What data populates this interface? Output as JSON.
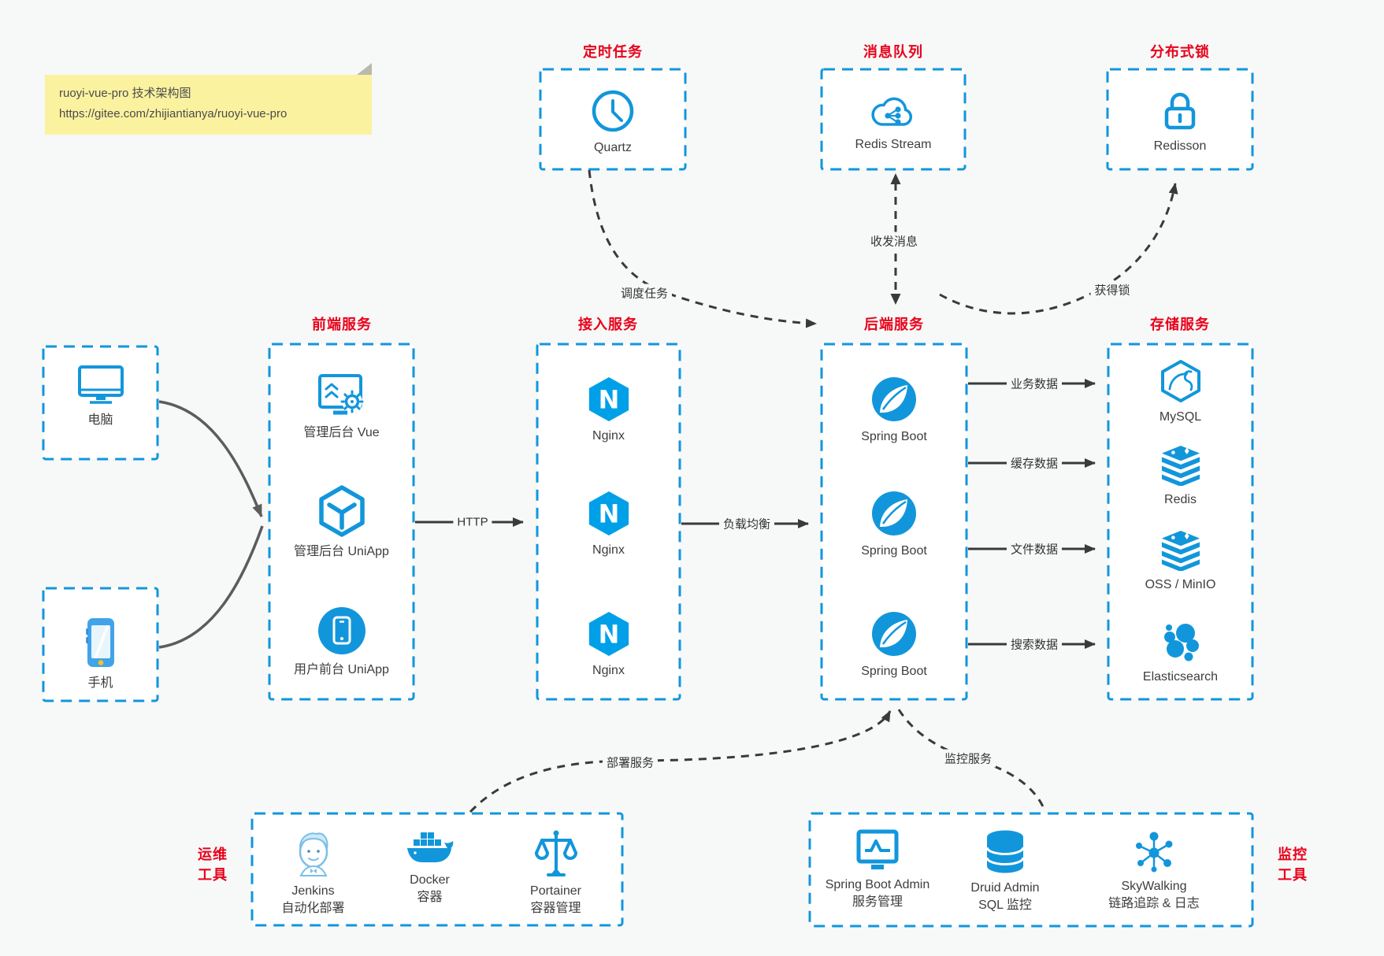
{
  "note": {
    "line1": "ruoyi-vue-pro 技术架构图",
    "line2": "https://gitee.com/zhijiantianya/ruoyi-vue-pro"
  },
  "groups": {
    "timer": {
      "title": "定时任务",
      "items": [
        {
          "icon": "clock-icon",
          "label": "Quartz"
        }
      ]
    },
    "mq": {
      "title": "消息队列",
      "items": [
        {
          "icon": "cloud-share-icon",
          "label": "Redis Stream"
        }
      ]
    },
    "dlock": {
      "title": "分布式锁",
      "items": [
        {
          "icon": "lock-icon",
          "label": "Redisson"
        }
      ]
    },
    "frontend": {
      "title": "前端服务",
      "items": [
        {
          "icon": "admin-vue-icon",
          "label": "管理后台 Vue"
        },
        {
          "icon": "uniapp-hexagon-icon",
          "label": "管理后台 UniApp"
        },
        {
          "icon": "user-app-icon",
          "label": "用户前台 UniApp"
        }
      ]
    },
    "gateway": {
      "title": "接入服务",
      "items": [
        {
          "icon": "nginx-icon",
          "label": "Nginx"
        },
        {
          "icon": "nginx-icon",
          "label": "Nginx"
        },
        {
          "icon": "nginx-icon",
          "label": "Nginx"
        }
      ]
    },
    "backend": {
      "title": "后端服务",
      "items": [
        {
          "icon": "spring-boot-icon",
          "label": "Spring Boot"
        },
        {
          "icon": "spring-boot-icon",
          "label": "Spring Boot"
        },
        {
          "icon": "spring-boot-icon",
          "label": "Spring Boot"
        }
      ]
    },
    "storage": {
      "title": "存储服务",
      "items": [
        {
          "icon": "mysql-icon",
          "label": "MySQL"
        },
        {
          "icon": "redis-stack-icon",
          "label": "Redis"
        },
        {
          "icon": "oss-stack-icon",
          "label": "OSS / MinIO"
        },
        {
          "icon": "elasticsearch-icon",
          "label": "Elasticsearch"
        }
      ]
    },
    "clients": {
      "items": [
        {
          "icon": "computer-icon",
          "label": "电脑"
        },
        {
          "icon": "phone-icon",
          "label": "手机"
        }
      ]
    },
    "ops": {
      "title_line1": "运维",
      "title_line2": "工具",
      "items": [
        {
          "icon": "jenkins-icon",
          "label": "Jenkins",
          "sub": "自动化部署"
        },
        {
          "icon": "docker-icon",
          "label": "Docker",
          "sub": "容器"
        },
        {
          "icon": "portainer-icon",
          "label": "Portainer",
          "sub": "容器管理"
        }
      ]
    },
    "monitoring": {
      "title_line1": "监控",
      "title_line2": "工具",
      "items": [
        {
          "icon": "spring-boot-admin-icon",
          "label": "Spring Boot Admin",
          "sub": "服务管理"
        },
        {
          "icon": "druid-icon",
          "label": "Druid Admin",
          "sub": "SQL 监控"
        },
        {
          "icon": "skywalking-icon",
          "label": "SkyWalking",
          "sub": "链路追踪 & 日志"
        }
      ]
    }
  },
  "edges": {
    "schedule": "调度任务",
    "message": "收发消息",
    "lock": "获得锁",
    "http": "HTTP",
    "load_balance": "负载均衡",
    "business_data": "业务数据",
    "cache_data": "缓存数据",
    "file_data": "文件数据",
    "search_data": "搜索数据",
    "deploy": "部署服务",
    "monitor": "监控服务"
  },
  "colors": {
    "primary_blue": "#1296db",
    "nginx_blue": "#00a0e9",
    "title_red": "#e8021a",
    "arrow_dark": "#3a3a3a",
    "note_bg": "#fbf2a0",
    "page_bg": "#f7f8f8"
  }
}
